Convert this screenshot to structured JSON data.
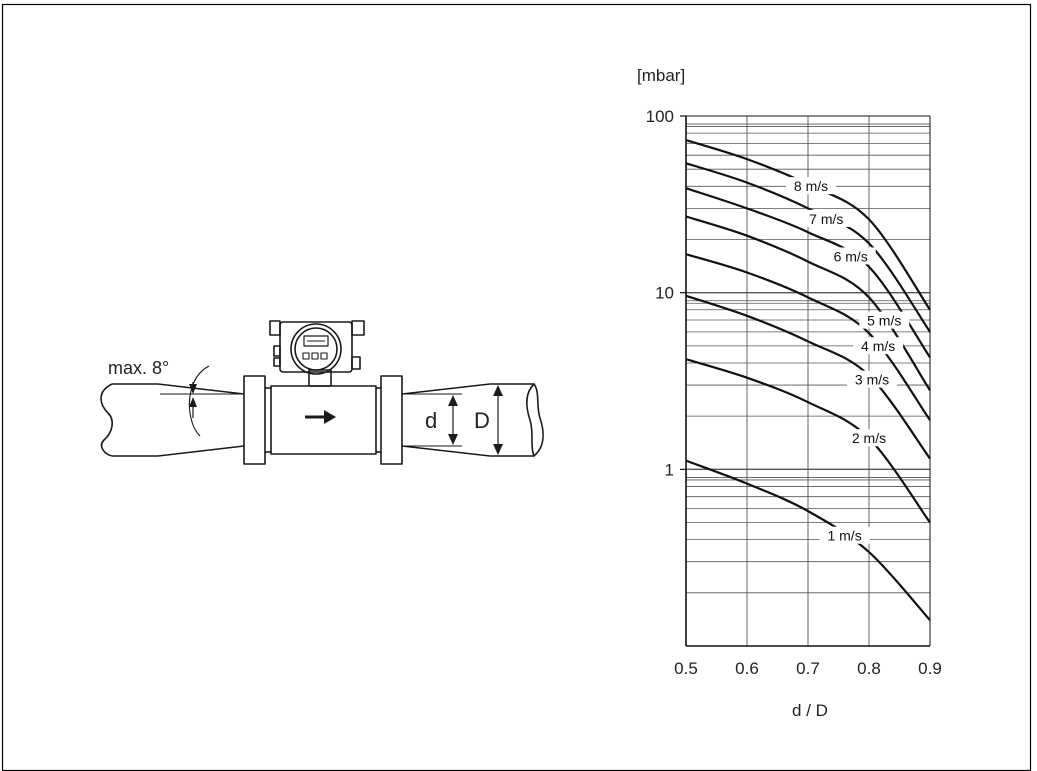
{
  "diagram": {
    "pipe_angle_label": "max. 8°",
    "small_diameter_label": "d",
    "large_diameter_label": "D",
    "flow_arrow_glyph": "→"
  },
  "chart_data": {
    "type": "line",
    "ylabel": "[mbar]",
    "xlabel": "d / D",
    "x_range": [
      0.5,
      0.9
    ],
    "y_range": [
      0.1,
      100
    ],
    "y_scale": "log",
    "grid": true,
    "x_tick_values": [
      0.5,
      0.6,
      0.7,
      0.8,
      0.9
    ],
    "x_tick_labels": [
      "0.5",
      "0.6",
      "0.7",
      "0.8",
      "0.9"
    ],
    "y_tick_values": [
      1,
      10,
      100
    ],
    "y_tick_labels": [
      "1",
      "10",
      "100"
    ],
    "x": [
      0.5,
      0.6,
      0.7,
      0.8,
      0.9
    ],
    "series": [
      {
        "name": "1 m/s",
        "values": [
          1.12,
          0.83,
          0.58,
          0.34,
          0.14
        ]
      },
      {
        "name": "2 m/s",
        "values": [
          4.2,
          3.3,
          2.4,
          1.5,
          0.5
        ]
      },
      {
        "name": "3 m/s",
        "values": [
          9.6,
          7.4,
          5.3,
          3.4,
          1.15
        ]
      },
      {
        "name": "4 m/s",
        "values": [
          16.5,
          13.0,
          9.4,
          5.9,
          1.9
        ]
      },
      {
        "name": "5 m/s",
        "values": [
          27,
          21,
          15,
          9.4,
          2.8
        ]
      },
      {
        "name": "6 m/s",
        "values": [
          39,
          30,
          22,
          14,
          4.3
        ]
      },
      {
        "name": "7 m/s",
        "values": [
          54,
          42,
          30,
          19,
          6.0
        ]
      },
      {
        "name": "8 m/s",
        "values": [
          73,
          57,
          41,
          26,
          8.0
        ]
      }
    ]
  }
}
